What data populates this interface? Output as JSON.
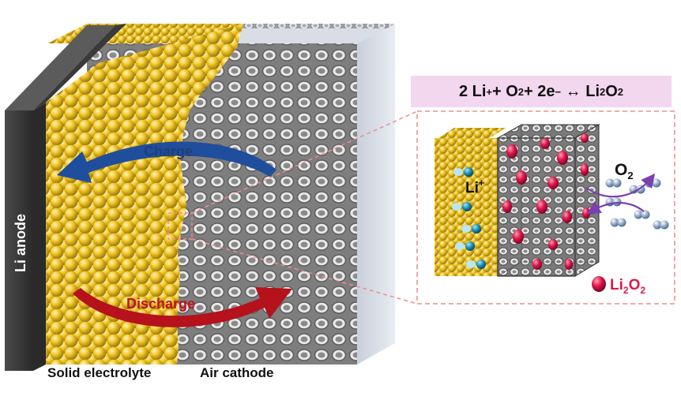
{
  "anode_label": "Li anode",
  "electrolyte_label": "Solid electrolyte",
  "cathode_label": "Air cathode",
  "charge_label": "Charge",
  "discharge_label": "Discharge",
  "equation": {
    "lhs_num1": "2 Li",
    "lhs_sup1": "+",
    "lhs_plus": " + O",
    "lhs_sub_o2": "2",
    "lhs_e": " + 2e",
    "lhs_sup_e": "−",
    "arrow": " ↔ Li",
    "rhs_sub1": "2",
    "rhs_o": "O",
    "rhs_sub2": "2"
  },
  "inset": {
    "li_ion_label": "Li",
    "li_ion_sup": "+",
    "o2_label": "O",
    "o2_sub": "2",
    "product_label": "Li",
    "product_sub1": "2",
    "product_o": "O",
    "product_sub2": "2"
  },
  "colors": {
    "electrolyte": "#e9b81b",
    "cathode": "#9a9a9a",
    "anode": "#3d3d3d",
    "charge_arrow": "#1f4e9c",
    "discharge_arrow": "#b5121b",
    "li2o2": "#e0174a",
    "inset_border": "#f08c8c",
    "equation_bg": "#f3d7ef"
  }
}
